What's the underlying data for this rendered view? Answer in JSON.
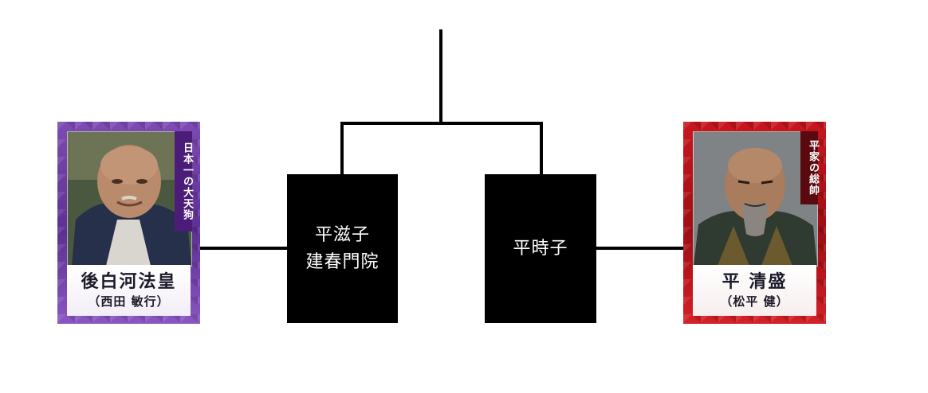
{
  "nodes": {
    "shigeko": {
      "line1": "平滋子",
      "line2": "建春門院"
    },
    "tokiko": {
      "line1": "平時子"
    }
  },
  "cards": {
    "goshirakawa": {
      "tag": "日本一の大天狗",
      "name": "後白河法皇",
      "actor": "（西田 敏行）",
      "theme": "#6a36a0"
    },
    "kiyomori": {
      "tag": "平家の総帥",
      "name": "平 清盛",
      "actor": "（松平 健）",
      "theme": "#c1161d"
    }
  }
}
